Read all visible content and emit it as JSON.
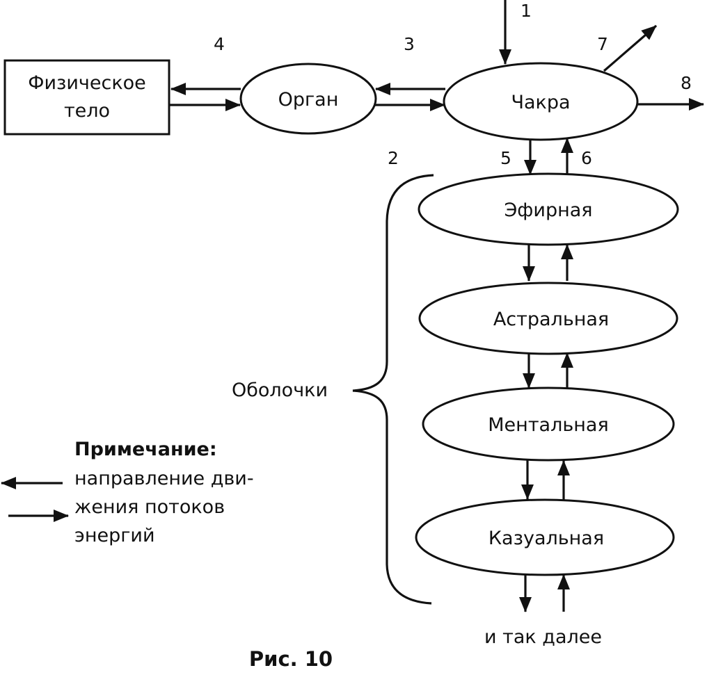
{
  "nodes": {
    "physical_body": [
      "Физическое",
      "тело"
    ],
    "organ": "Орган",
    "chakra": "Чакра",
    "etheric": "Эфирная",
    "astral": "Астральная",
    "mental": "Ментальная",
    "causal": "Казуальная"
  },
  "flow_numbers": {
    "n1": "1",
    "n2": "2",
    "n3": "3",
    "n4": "4",
    "n5": "5",
    "n6": "6",
    "n7": "7",
    "n8": "8"
  },
  "shells_label": "Оболочки",
  "continuation": "и так далее",
  "note": {
    "title": "Примечание:",
    "lines": [
      "направление дви-",
      "жения потоков",
      "энергий"
    ]
  },
  "caption": "Рис. 10"
}
